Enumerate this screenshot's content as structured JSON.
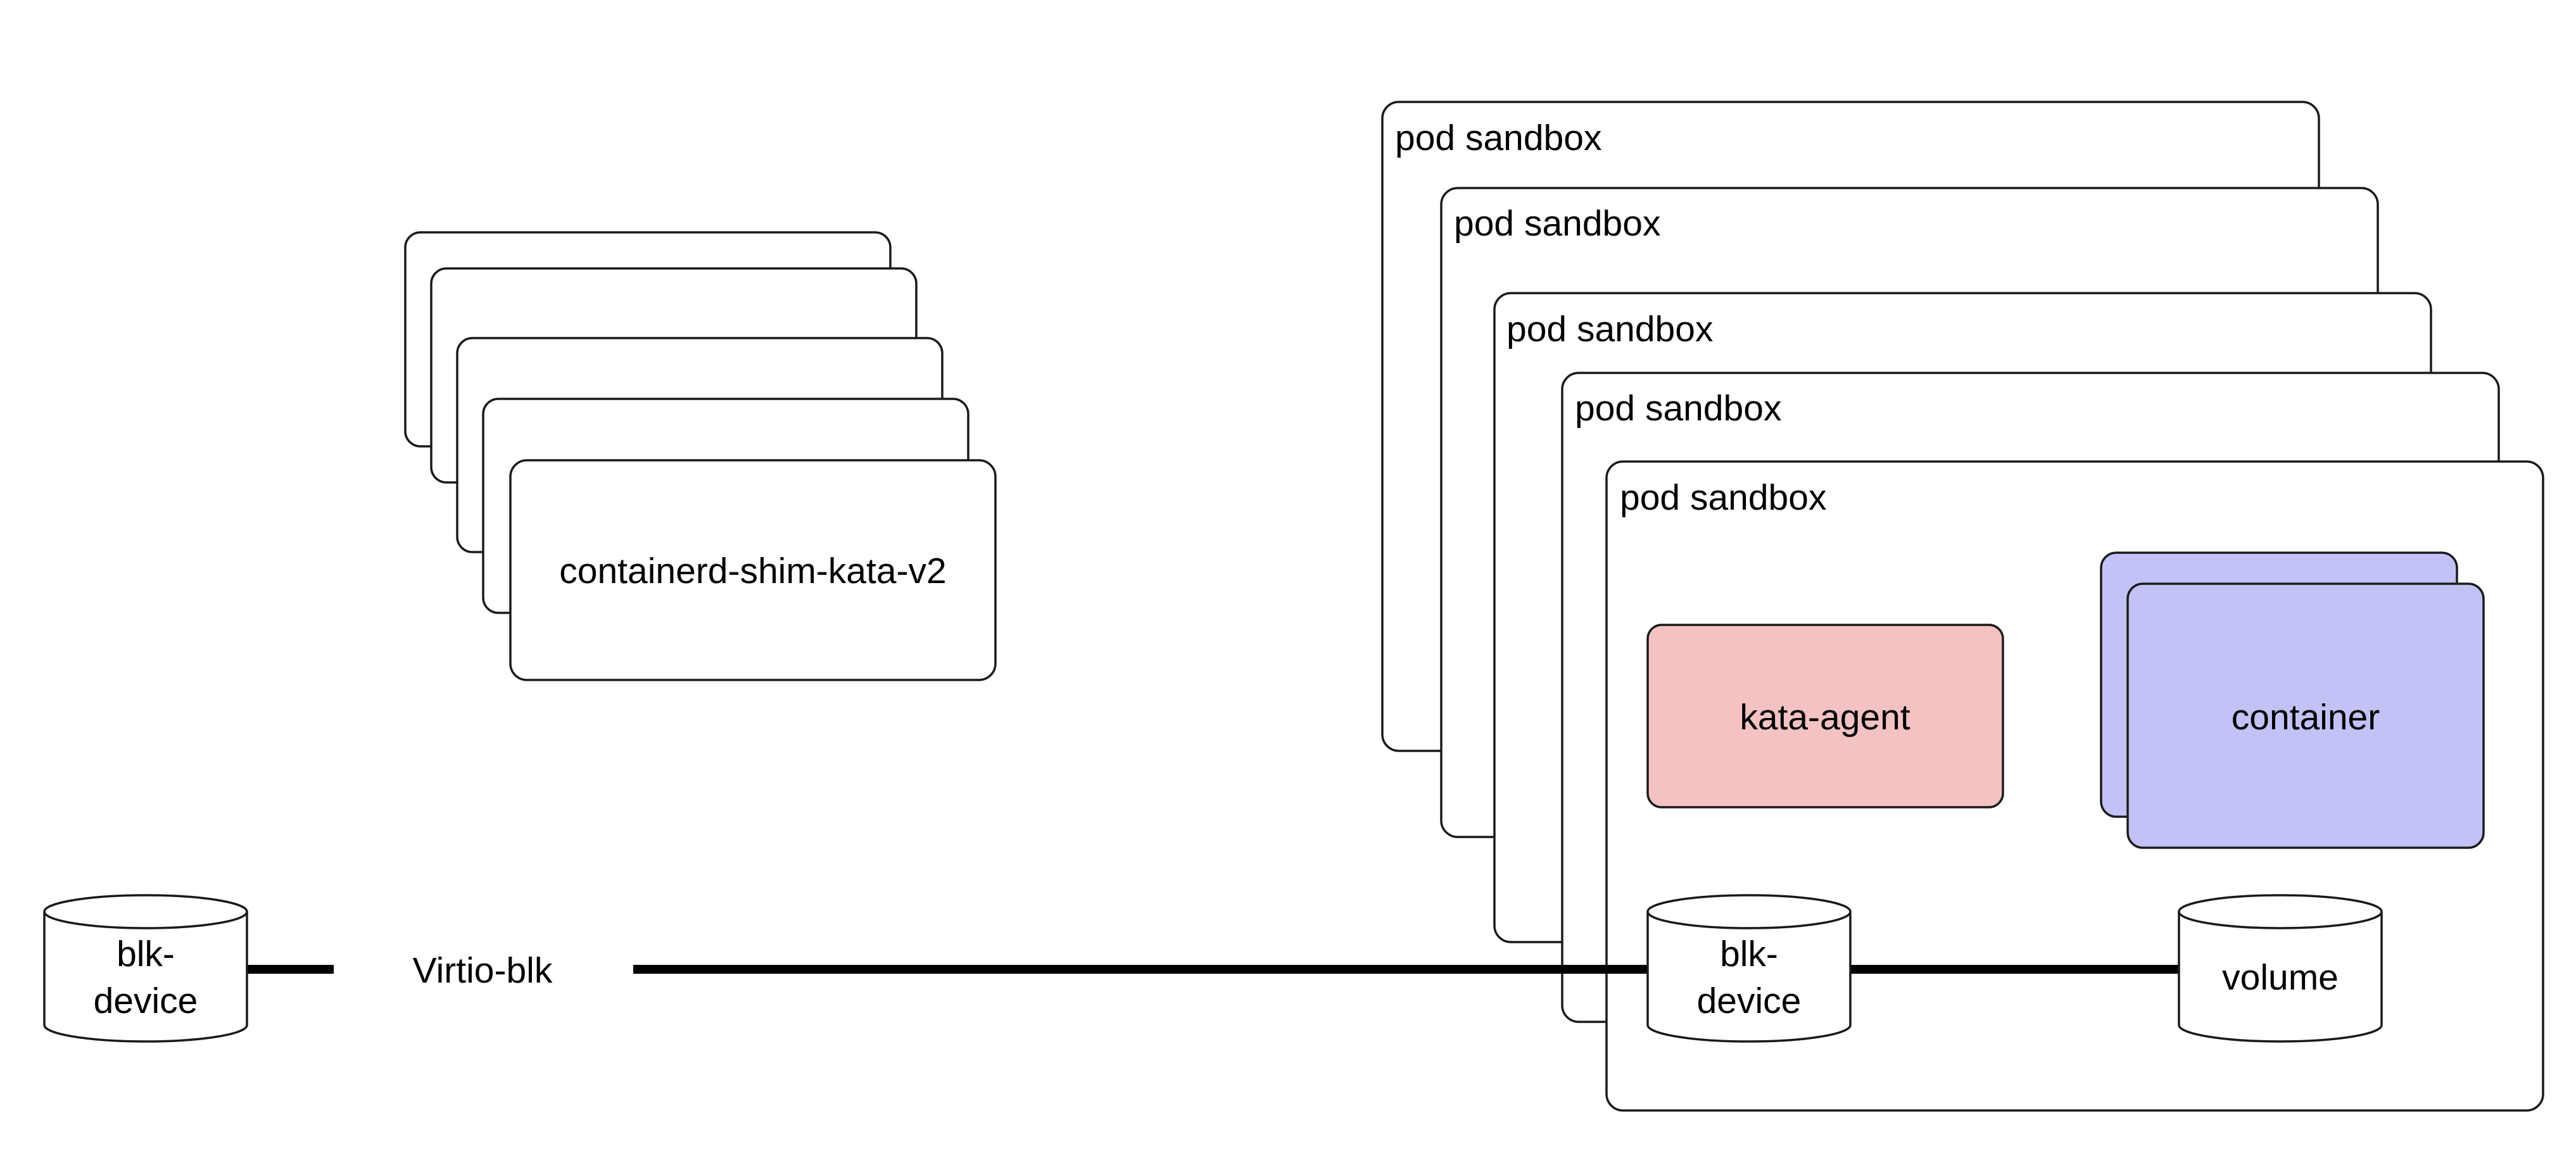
{
  "shim": {
    "label": "containerd-shim-kata-v2"
  },
  "sandboxes": [
    {
      "label": "pod sandbox"
    },
    {
      "label": "pod sandbox"
    },
    {
      "label": "pod sandbox"
    },
    {
      "label": "pod sandbox"
    },
    {
      "label": "pod sandbox"
    }
  ],
  "agent": {
    "label": "kata-agent",
    "color": "#f4c2c2"
  },
  "container": {
    "label": "container",
    "color": "#c2c2f6"
  },
  "host_blk_device": {
    "label_line1": "blk-",
    "label_line2": "device"
  },
  "guest_blk_device": {
    "label_line1": "blk-",
    "label_line2": "device"
  },
  "volume": {
    "label": "volume"
  },
  "virtio": {
    "label": "Virtio-blk"
  }
}
